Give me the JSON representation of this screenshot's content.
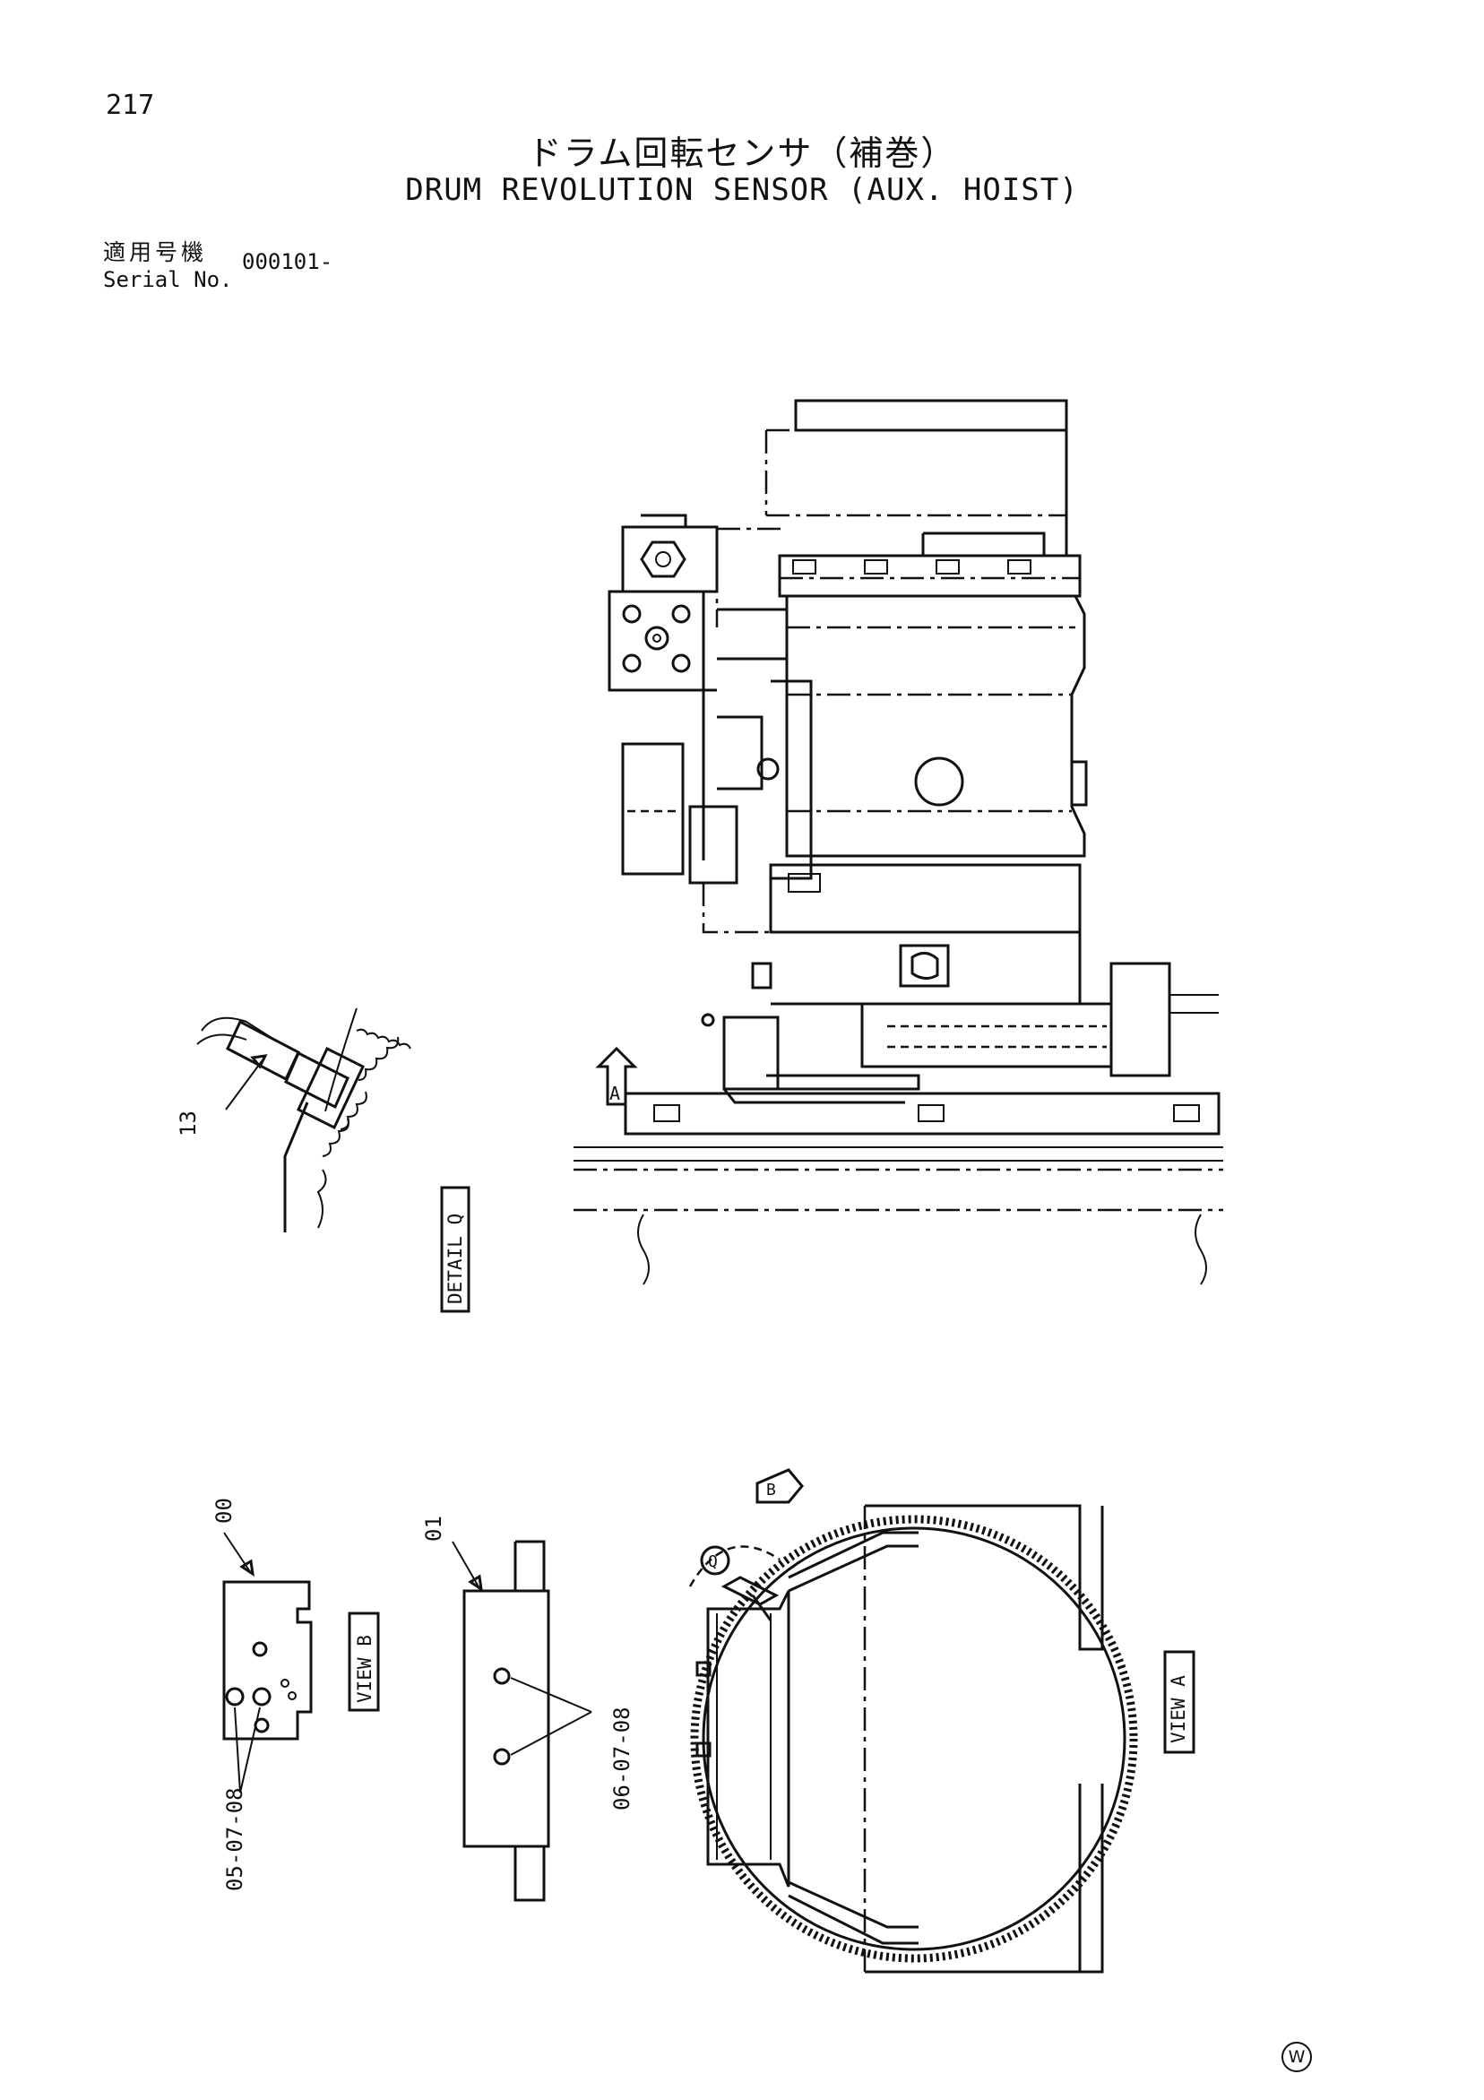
{
  "header": {
    "page_number": "217",
    "title_jp": "ドラム回転センサ（補巻）",
    "title_en": "DRUM REVOLUTION SENSOR (AUX. HOIST)",
    "serial_label_jp": "適用号機",
    "serial_label_en": "Serial No.",
    "serial_value": "000101-"
  },
  "labels": {
    "view_a_arrow": "A",
    "view_b_arrow": "B",
    "detail_circle": "Q",
    "detail_q": "DETAIL Q",
    "view_b": "VIEW B",
    "view_a": "VIEW A"
  },
  "callouts": {
    "sensor": "13",
    "bracket": "00",
    "plate": "01",
    "bolt_bracket": "05-07-08",
    "bolt_plate": "06-07-08"
  },
  "corner_mark": "W"
}
